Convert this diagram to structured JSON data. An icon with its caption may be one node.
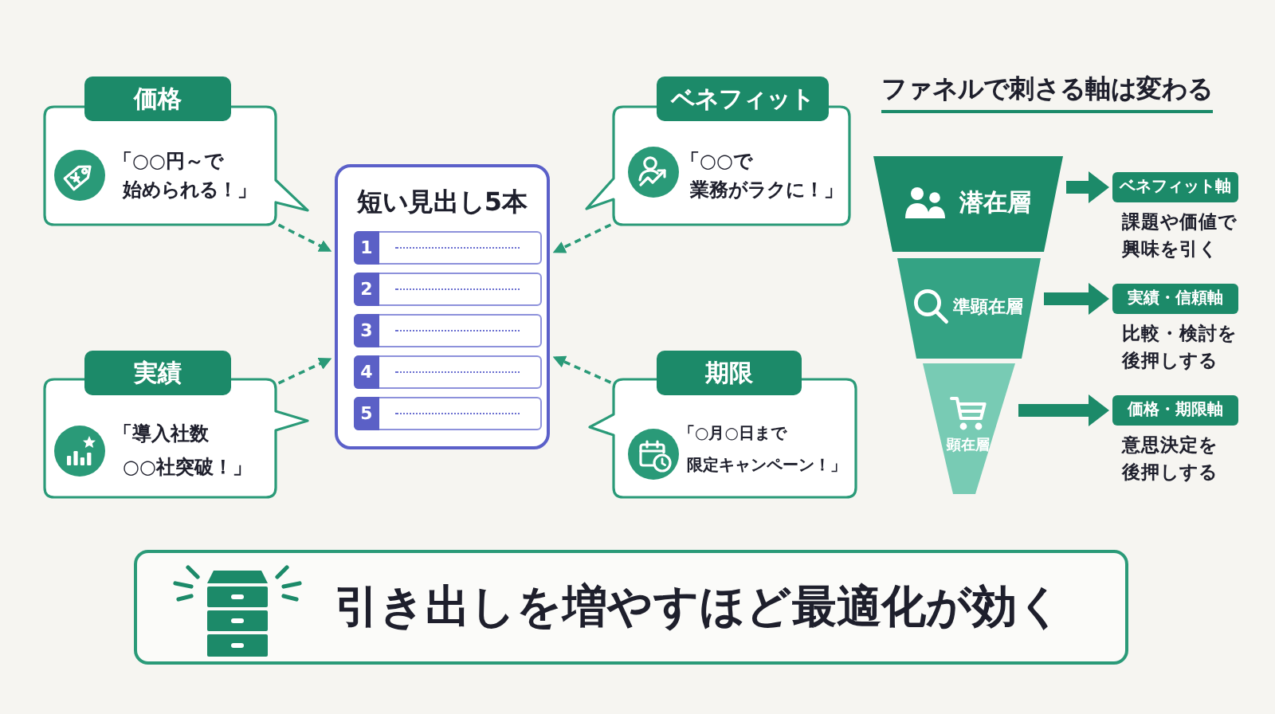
{
  "diagram": {
    "nodes": [
      {
        "text": [
          "価格",
          "「○○円～で始められる！」"
        ]
      },
      {
        "text": [
          "ベネフィット",
          "「○○で業務がラクに！」"
        ]
      },
      {
        "text": [
          "短い見出し5本"
        ]
      },
      {
        "text": [
          "1"
        ],
        "in": 2
      },
      {
        "text": [
          "2"
        ],
        "in": 2
      },
      {
        "text": [
          "3"
        ],
        "in": 2
      },
      {
        "text": [
          "4"
        ],
        "in": 2
      },
      {
        "text": [
          "5"
        ],
        "in": 2
      },
      {
        "text": [
          "実績",
          "「導入社数○○社突破！」"
        ]
      },
      {
        "text": [
          "期限",
          "「○月○日まで限定キャンペーン！」"
        ]
      },
      {
        "text": [
          "潜在層"
        ]
      },
      {
        "text": [
          "ベネフィット軸"
        ],
        "beside": [
          "課題や価値で興味を引く"
        ]
      },
      {
        "text": [
          "準顕在層"
        ]
      },
      {
        "text": [
          "実績・信頼軸"
        ],
        "beside": [
          "比較・検討を後押しする"
        ]
      },
      {
        "text": [
          "顕在層"
        ]
      },
      {
        "text": [
          "価格・期限軸"
        ],
        "beside": [
          "意思決定を後押しする"
        ]
      },
      {
        "text": [
          "引き出しを増やすほど最適化が効く"
        ]
      }
    ],
    "edges": [
      {
        "from": 0,
        "to": 2,
        "arrow": "to",
        "style": "dashed"
      },
      {
        "from": 1,
        "to": 2,
        "arrow": "to",
        "style": "dashed"
      },
      {
        "from": 8,
        "to": 2,
        "arrow": "to",
        "style": "dashed"
      },
      {
        "from": 9,
        "to": 2,
        "arrow": "to",
        "style": "dashed"
      },
      {
        "from": 10,
        "to": 11,
        "arrow": "to",
        "style": "thick"
      },
      {
        "from": 12,
        "to": 13,
        "arrow": "to",
        "style": "thick"
      },
      {
        "from": 14,
        "to": 15,
        "arrow": "to",
        "style": "thick"
      }
    ],
    "labels": [
      "ファネルで刺さる軸は変わる"
    ]
  }
}
